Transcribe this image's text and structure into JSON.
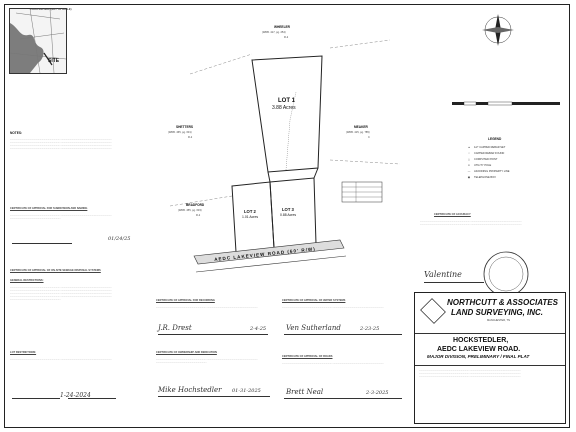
{
  "location_map": {
    "title": "LOCATION MAP (NOT TO SCALE)",
    "site_label": "SITE"
  },
  "adjoiners": {
    "wheeler_name": "WHEELER",
    "wheeler_ref": "(WDB. 417, pg. 254)",
    "wheeler_code": "R-2",
    "shetters_name": "SHETTERS",
    "shetters_ref": "(WDB. 465, pg. 631)",
    "shetters_code": "R-2",
    "meaker_name": "MEAKER",
    "meaker_ref": "(WDB. 415, pg. 785)",
    "meaker_code": "C",
    "bradford_name": "BRADFORD",
    "bradford_ref": "(WDB. 455, pg. 633)",
    "bradford_code": "R-2"
  },
  "lots": {
    "lot1_name": "LOT 1",
    "lot1_area": "3.88 Acres",
    "lot2_name": "LOT 2",
    "lot2_area": "1.01 Acres",
    "lot3_name": "LOT 3",
    "lot3_area": "0.88 Acres"
  },
  "road": {
    "name": "AEDC LAKEVIEW ROAD",
    "row": "(60' R/W)"
  },
  "legend": {
    "title": "LEGEND",
    "items": [
      "1/2\" CAPPED REBAR SET",
      "CAPPED REBAR FOUND",
      "COMPUTED POINT",
      "UTILITY POLE",
      "ADJOINING PROPERTY LINE",
      "TELEPHONE BOX"
    ]
  },
  "certificates": {
    "ownership_title": "CERTIFICATE OF APPROVAL FOR SUBDIVISION AND NAMING",
    "sewage_title": "CERTIFICATE OF APPROVAL OF ON-SITE SEWAGE DISPOSAL SYSTEMS",
    "recording_title": "CERTIFICATE OF APPROVAL FOR RECORDING",
    "water_title": "CERTIFICATE OF APPROVAL OF WATER SYSTEMS",
    "ownership2_title": "CERTIFICATE OF OWNERSHIP AND DEDICATION",
    "roads_title": "CERTIFICATE OF APPROVAL OF ROADS",
    "accuracy_title": "CERTIFICATE OF ACCURACY",
    "general_restrictions": "GENERAL RESTRICTIONS:",
    "lot_restrictions": "LOT RESTRICTIONS:",
    "date_1": "01/24/25",
    "date_2": "2-4-25",
    "date_3": "2-23-25",
    "date_4": "01-31-2025",
    "date_5": "2-3-2025",
    "date_6": "1-24-2024"
  },
  "title_block": {
    "firm_name_1": "NORTHCUTT & ASSOCIATES",
    "firm_name_2": "LAND SURVEYING, INC.",
    "project_1": "HOCKSTEDLER,",
    "project_2": "AEDC LAKEVIEW ROAD.",
    "project_3": "MAJOR DIVISION, PRELIMINARY / FINAL PLAT",
    "city": "MANCHESTER, TN"
  },
  "notes_header": "NOTES:"
}
